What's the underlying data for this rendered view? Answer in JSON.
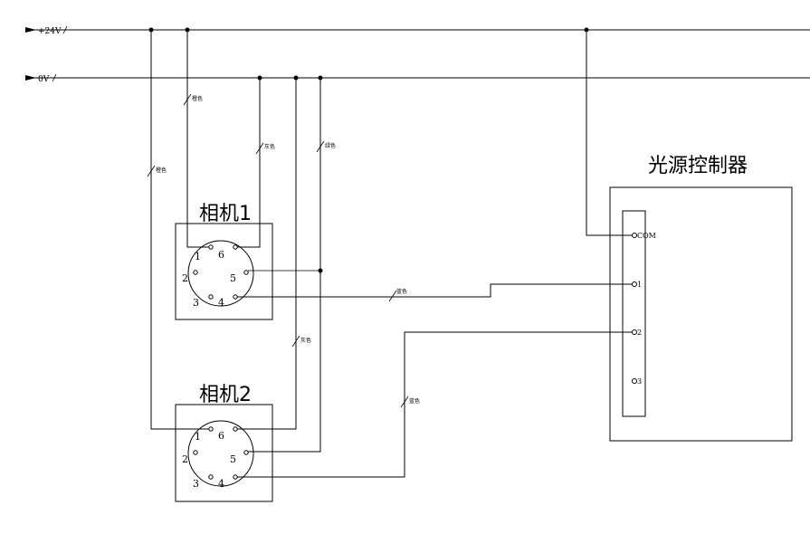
{
  "bus": {
    "v24": "+24V",
    "v0": "0V"
  },
  "camera1": {
    "title": "相机1",
    "pins": [
      "1",
      "6",
      "2",
      "5",
      "3",
      "4"
    ]
  },
  "camera2": {
    "title": "相机2",
    "pins": [
      "1",
      "6",
      "2",
      "5",
      "3",
      "4"
    ]
  },
  "controller": {
    "title": "光源控制器",
    "terminals": [
      "COM",
      "1",
      "2",
      "3"
    ]
  },
  "wires": {
    "orange_a": "橙色",
    "gray_a": "灰色",
    "green_a": "绿色",
    "orange_b": "橙色",
    "blue_a": "蓝色",
    "gray_b": "灰色",
    "blue_b": "蓝色"
  }
}
